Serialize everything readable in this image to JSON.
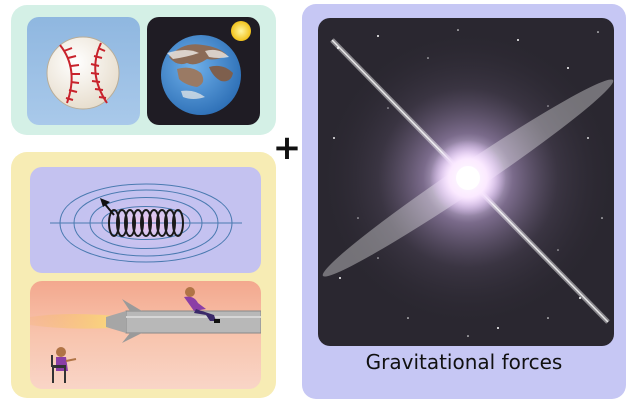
{
  "operator_symbol": "+",
  "caption": "Gravitational forces",
  "panels": {
    "top_left": [
      "baseball",
      "earth-with-sun"
    ],
    "bottom_left": [
      "electromagnet-coil",
      "rocket-with-rider-and-seated-observer"
    ],
    "right": [
      "bright-star-with-diffraction-spikes"
    ]
  },
  "colors": {
    "top_left_bg": "#d4f0e6",
    "bottom_left_bg": "#f7ecb4",
    "right_bg": "#c6c7f4",
    "space": "#2a2730"
  }
}
